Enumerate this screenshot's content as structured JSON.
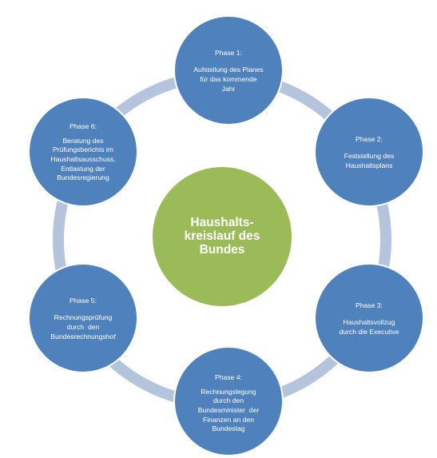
{
  "center": {
    "label": "Haushalts-\nkreislauf des\nBundes",
    "color": "#9bbb59"
  },
  "phase_color": "#4f81bd",
  "connector_color": "#b4c4dc",
  "phases": [
    {
      "label": "Phase 1:",
      "description": "Aufstellung des Planes\nfür das kommende\nJahr"
    },
    {
      "label": "Phase 2:",
      "description": "Feststellung des\nHaushaltsplans"
    },
    {
      "label": "Phase 3:",
      "description": "Haushaltsvollzug\ndurch die Executive"
    },
    {
      "label": "Phase 4:",
      "description": "Rechnungslegung\ndurch den\nBundesminister  der\nFinanzen an den\nBundestag"
    },
    {
      "label": "Phase 5:",
      "description": "Rechnungsprüfung\ndurch  den\nBundesrechnungshof"
    },
    {
      "label": "Phase 6:",
      "description": "Beratung des\nPrüfungsberichts im\nHaushaltsausschuss,\nEntlastung der\nBundesregierung"
    }
  ]
}
